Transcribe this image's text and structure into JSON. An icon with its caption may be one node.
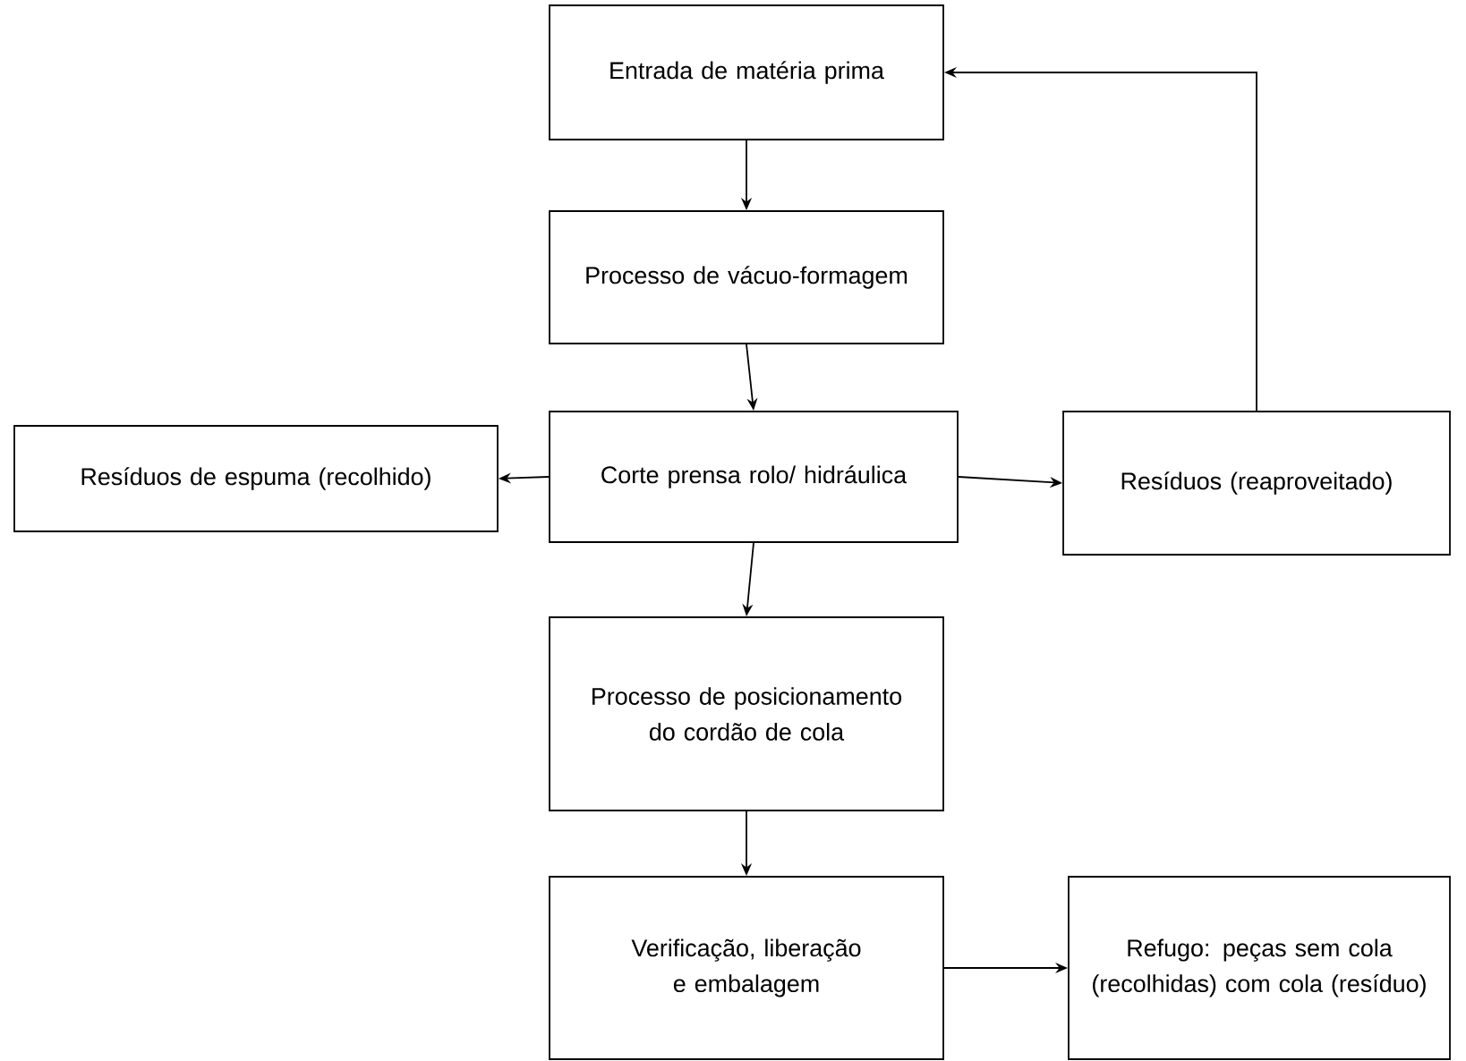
{
  "diagram": {
    "nodes": [
      {
        "text": [
          "Entrada de matéria prima"
        ]
      },
      {
        "text": [
          "Processo de vácuo-formagem"
        ]
      },
      {
        "text": [
          "Corte prensa rolo/ hidráulica"
        ]
      },
      {
        "text": [
          "Resíduos de espuma (recolhido)"
        ]
      },
      {
        "text": [
          "Resíduos (reaproveitado)"
        ]
      },
      {
        "text": [
          "Processo de posicionamento do cordão de cola"
        ]
      },
      {
        "text": [
          "Verificação, liberação e embalagem"
        ]
      },
      {
        "text": [
          "Refugo: peças sem cola (recolhidas) com cola (resíduo)"
        ]
      }
    ],
    "edges": [
      {
        "from": 0,
        "to": 1,
        "arrow": "to"
      },
      {
        "from": 1,
        "to": 2,
        "arrow": "to"
      },
      {
        "from": 2,
        "to": 3,
        "arrow": "to"
      },
      {
        "from": 2,
        "to": 4,
        "arrow": "to"
      },
      {
        "from": 4,
        "to": 0,
        "arrow": "to"
      },
      {
        "from": 2,
        "to": 5,
        "arrow": "to"
      },
      {
        "from": 5,
        "to": 6,
        "arrow": "to"
      },
      {
        "from": 6,
        "to": 7,
        "arrow": "to"
      }
    ]
  }
}
